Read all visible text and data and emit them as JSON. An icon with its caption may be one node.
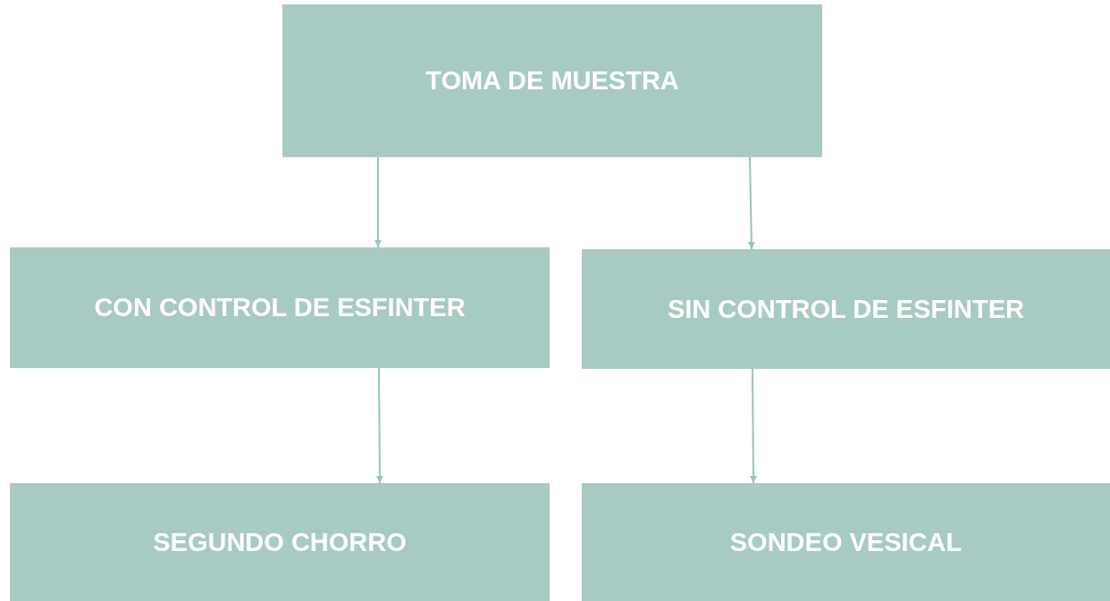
{
  "diagram": {
    "nodes": [
      {
        "text": [
          "TOMA DE MUESTRA"
        ]
      },
      {
        "text": [
          "CON CONTROL DE ESFINTER"
        ]
      },
      {
        "text": [
          "SIN CONTROL DE ESFINTER"
        ]
      },
      {
        "text": [
          "SEGUNDO CHORRO"
        ]
      },
      {
        "text": [
          "SONDEO VESICAL"
        ]
      }
    ],
    "edges": [
      {
        "from": 0,
        "to": 1,
        "arrow": "to"
      },
      {
        "from": 0,
        "to": 2,
        "arrow": "to"
      },
      {
        "from": 1,
        "to": 3,
        "arrow": "to"
      },
      {
        "from": 2,
        "to": 4,
        "arrow": "to"
      }
    ]
  }
}
